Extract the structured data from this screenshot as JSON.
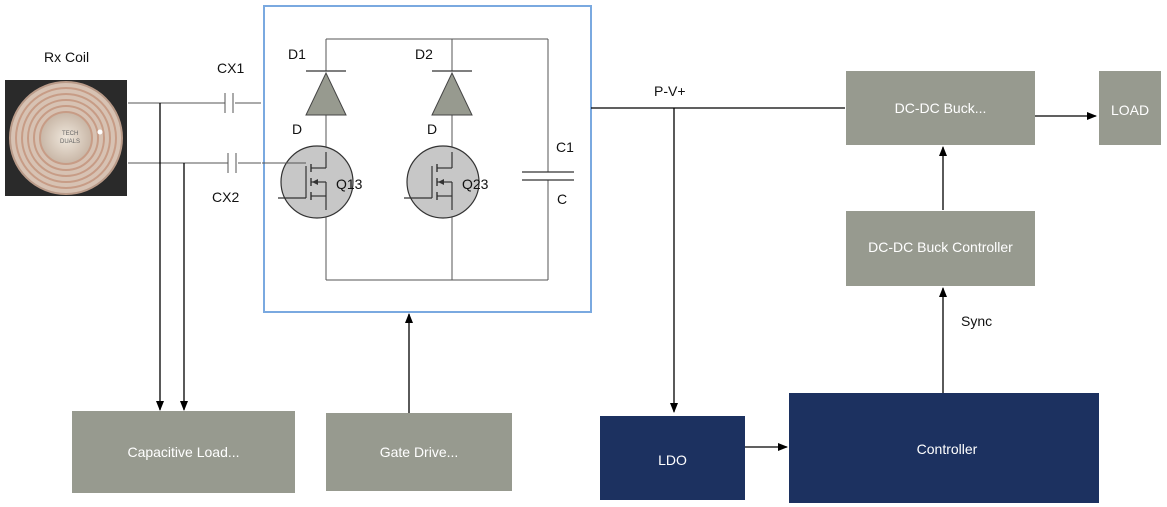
{
  "labels": {
    "rx_coil": "Rx Coil",
    "cx1": "CX1",
    "cx2": "CX2",
    "d1": "D1",
    "d2": "D2",
    "d_left": "D",
    "d_right": "D",
    "q13": "Q13",
    "q23": "Q23",
    "c1": "C1",
    "c": "C",
    "pv": "P-V+",
    "sync": "Sync"
  },
  "blocks": {
    "capacitive_load": "Capacitive Load...",
    "gate_drive": "Gate Drive...",
    "ldo": "LDO",
    "controller": "Controller",
    "buck_controller": "DC-DC Buck Controller",
    "buck": "DC-DC Buck...",
    "load": "LOAD"
  },
  "coil_text": [
    "TECH",
    "DUALS"
  ],
  "colors": {
    "gray_block": "#979a8f",
    "navy_block": "#1c3160",
    "rectifier_border": "#7aa9e0",
    "fet_fill": "#c7c7c7"
  }
}
